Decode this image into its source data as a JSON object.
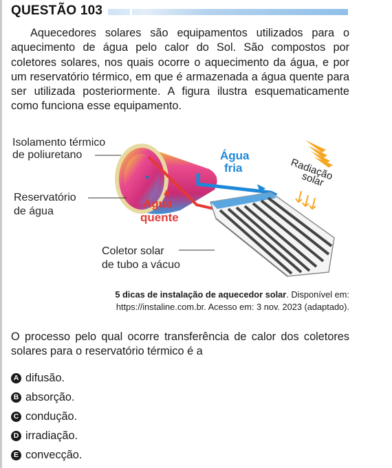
{
  "question": {
    "title": "QUESTÃO 103"
  },
  "intro": "Aquecedores solares são equipamentos utilizados para o aquecimento de água pelo calor do Sol. São compostos por coletores solares, nos quais ocorre o aquecimento da água, e por um reservatório térmico, em que é armazenada a água quente para ser utilizada posteriormente. A figura ilustra esquematicamente como funciona esse equipamento.",
  "figure": {
    "labels": {
      "insulation_line1": "Isolamento térmico",
      "insulation_line2": "de poliuretano",
      "reservoir_line1": "Reservatório",
      "reservoir_line2": "de água",
      "cold_line1": "Água",
      "cold_line2": "fria",
      "hot_line1": "Água",
      "hot_line2": "quente",
      "radiation_line1": "Radiação",
      "radiation_line2": "solar",
      "collector_line1": "Coletor solar",
      "collector_line2": "de tubo a vácuo"
    },
    "colors": {
      "cold": "#1e88d8",
      "hot": "#e53935"
    }
  },
  "caption": {
    "source_title": "5 dicas de instalação de aquecedor solar",
    "source_rest": ". Disponível em:",
    "line2": "https://instaline.com.br. Acesso em: 3 nov. 2023 (adaptado)."
  },
  "stem": "O processo pelo qual ocorre transferência de calor dos coletores solares para o reservatório térmico é a",
  "options": [
    {
      "letter": "A",
      "text": "difusão."
    },
    {
      "letter": "B",
      "text": "absorção."
    },
    {
      "letter": "C",
      "text": "condução."
    },
    {
      "letter": "D",
      "text": "irradiação."
    },
    {
      "letter": "E",
      "text": "convecção."
    }
  ]
}
